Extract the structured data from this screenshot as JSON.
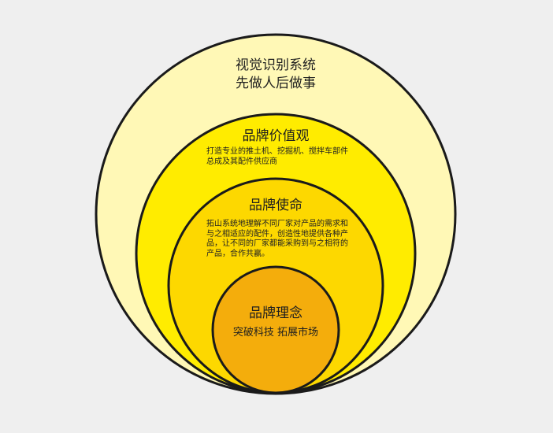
{
  "rings": [
    {
      "title_lines": [
        "视觉识别系统",
        "先做人后做事"
      ],
      "fill": "#fff8b6"
    },
    {
      "title": "品牌价值观",
      "desc": "打造专业的推土机、挖掘机、搅拌车部件总成及其配件供应商",
      "fill": "#ffec00"
    },
    {
      "title": "品牌使命",
      "desc": "拓山系统地理解不同厂家对产品的需求和与之相适应的配件，创造性地提供各种产品，让不同的厂家都能采购到与之相符的产品，合作共赢。",
      "fill": "#fdd800"
    },
    {
      "title": "品牌理念",
      "desc": "突破科技 拓展市场",
      "fill": "#f4ad0c"
    }
  ],
  "colors": {
    "background": "#efefef",
    "stroke": "#1a1a1a"
  }
}
